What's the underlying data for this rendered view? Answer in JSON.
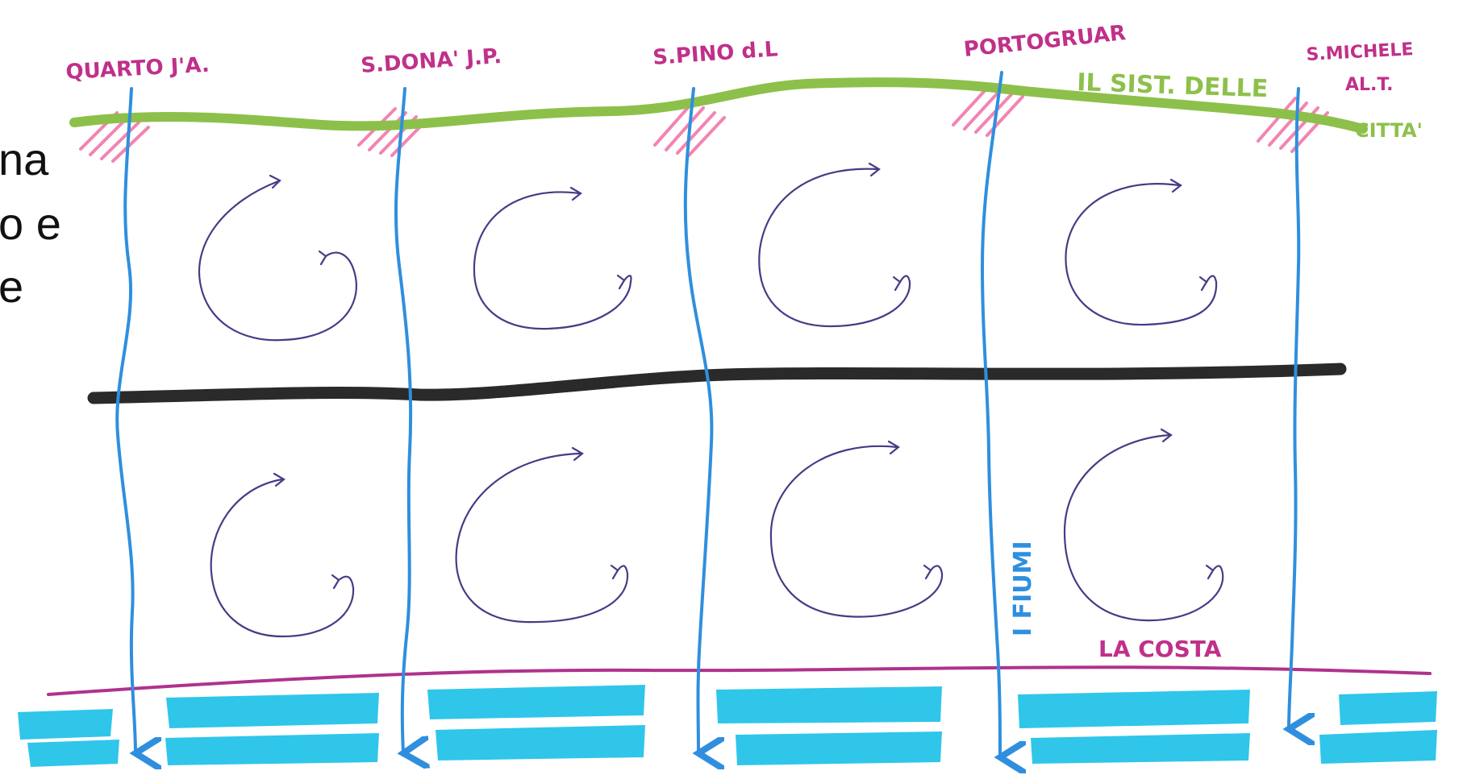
{
  "slide_fragments": [
    "na",
    "o e",
    "e"
  ],
  "towns": [
    "QUARTO J'A.",
    "S.DONA' J.P.",
    "S.PINO d.L",
    "PORTOGRUAR",
    "S.MICHELE",
    "AL.T."
  ],
  "labels": {
    "city_system": [
      "IL SIST. DELLE",
      "CITTA'"
    ],
    "rivers": "I FIUMI",
    "coast": "LA COSTA"
  },
  "colors": {
    "green_line": "#8dc04a",
    "black_line": "#2a2a2a",
    "river_blue": "#2f8fde",
    "coast_magenta": "#b0328c",
    "sea_cyan": "#2fc6ea",
    "hatch_pink": "#f06fa8",
    "spiral_purple": "#4a3a86",
    "town_text": "#c0308a"
  }
}
